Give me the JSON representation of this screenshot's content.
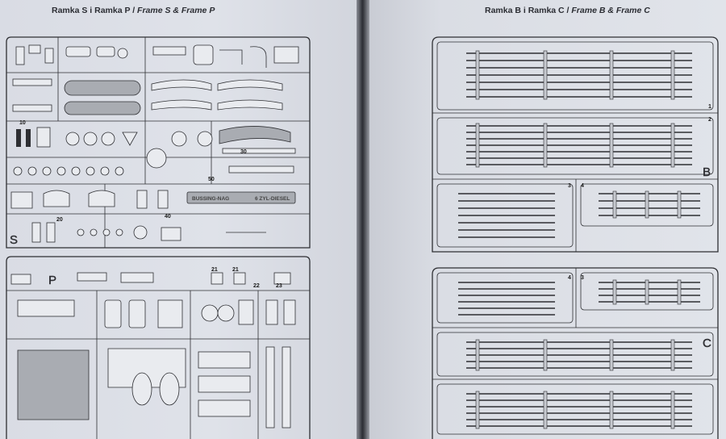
{
  "left_page": {
    "title_main": "Ramka S i Ramka P / ",
    "title_italic": "Frame S & Frame P",
    "sprue_letters": [
      "S",
      "P"
    ],
    "decal_texts": [
      "BUSSING-NAG",
      "6 ZYL-DIESEL"
    ],
    "part_numbers": [
      "10",
      "20",
      "30",
      "40",
      "50",
      "21",
      "22",
      "23"
    ]
  },
  "right_page": {
    "title_main": "Ramka B i Ramka C / ",
    "title_italic": "Frame B & Frame C",
    "sprue_letters": [
      "B",
      "C"
    ],
    "part_numbers": [
      "1",
      "2",
      "3",
      "4"
    ]
  }
}
